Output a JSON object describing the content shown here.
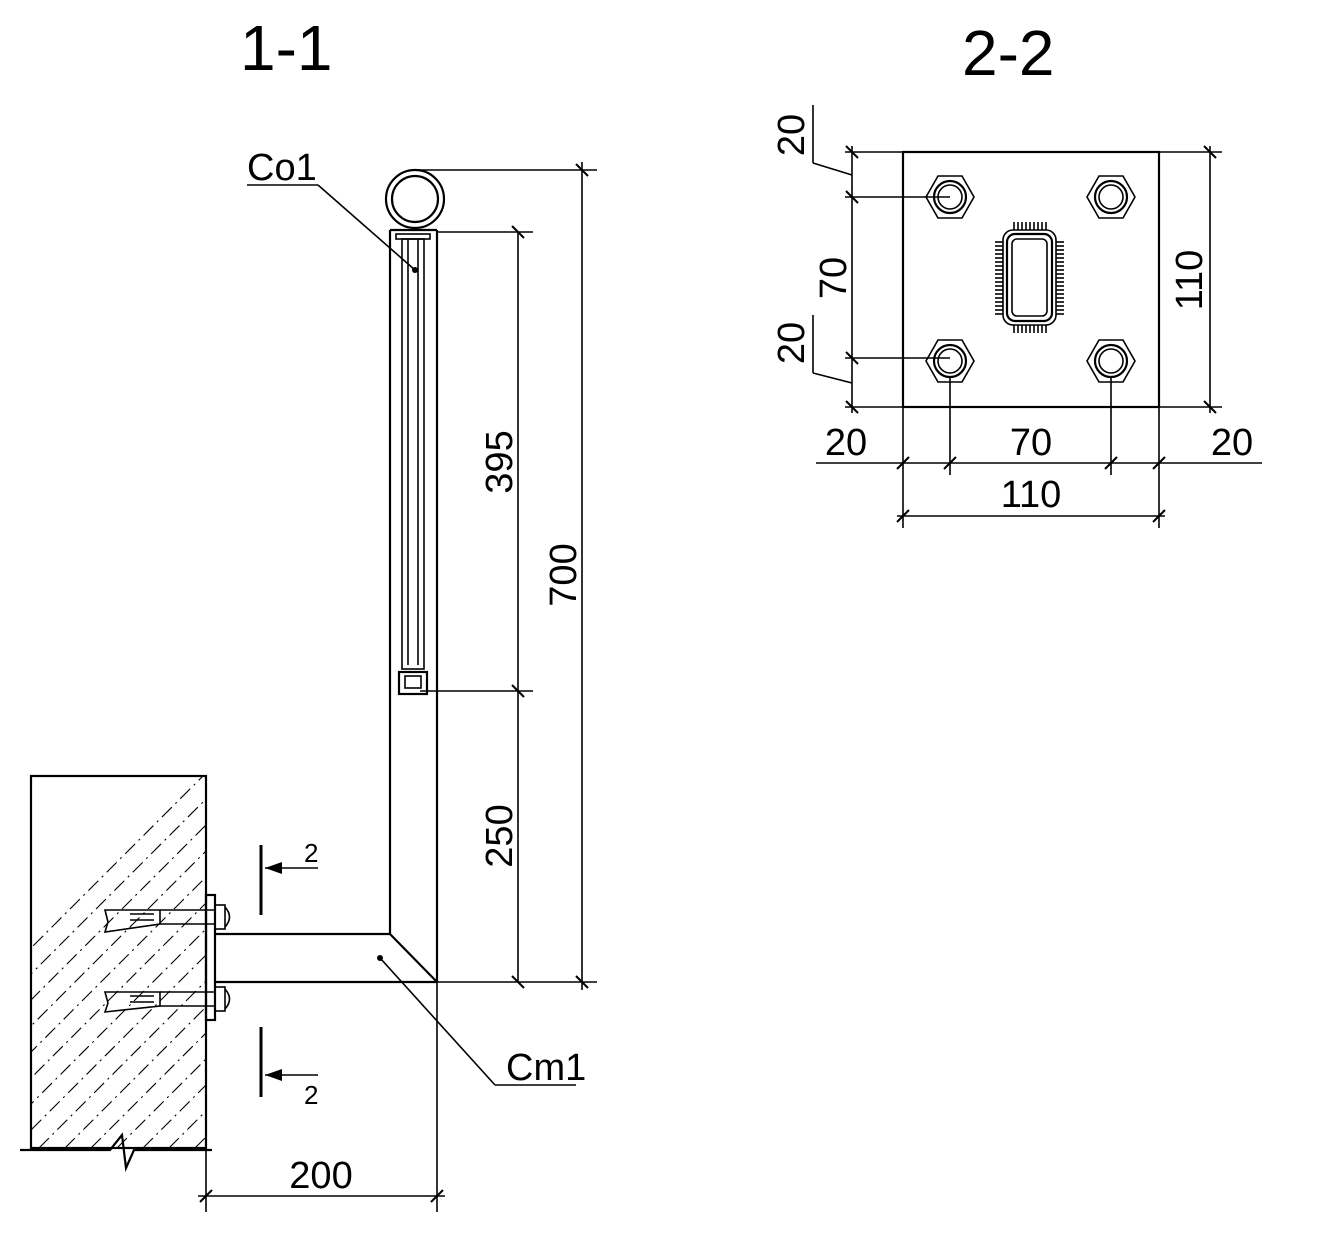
{
  "views": {
    "left_title": "1-1",
    "right_title": "2-2"
  },
  "view_1_1": {
    "member_top_label": "Co1",
    "member_bottom_label": "Cm1",
    "dim_upper": "395",
    "dim_lower": "250",
    "dim_total": "700",
    "dim_projection": "200",
    "section_mark_top": "2",
    "section_mark_bottom": "2"
  },
  "view_2_2": {
    "dim_left_top": "20",
    "dim_left_mid": "70",
    "dim_left_bottom": "20",
    "dim_right": "110",
    "dim_bottom_left": "20",
    "dim_bottom_mid": "70",
    "dim_bottom_right": "20",
    "dim_bottom_total": "110"
  }
}
